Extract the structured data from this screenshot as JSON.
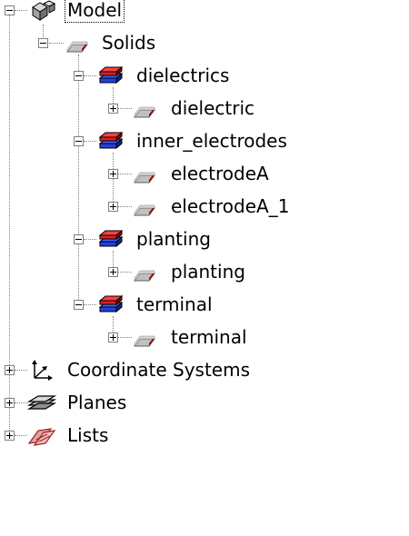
{
  "tree": {
    "root": {
      "label": "Model",
      "icon": "model-icon",
      "children": {
        "solids": {
          "label": "Solids",
          "icon": "solid-icon",
          "groups": [
            {
              "label": "dielectrics",
              "icon": "component-icon",
              "items": [
                {
                  "label": "dielectric",
                  "icon": "solid-icon"
                }
              ]
            },
            {
              "label": "inner_electrodes",
              "icon": "component-icon",
              "items": [
                {
                  "label": "electrodeA",
                  "icon": "solid-icon"
                },
                {
                  "label": "electrodeA_1",
                  "icon": "solid-icon"
                }
              ]
            },
            {
              "label": "planting",
              "icon": "component-icon",
              "items": [
                {
                  "label": "planting",
                  "icon": "solid-icon"
                }
              ]
            },
            {
              "label": "terminal",
              "icon": "component-icon",
              "items": [
                {
                  "label": "terminal",
                  "icon": "solid-icon"
                }
              ]
            }
          ]
        }
      }
    },
    "coordinate_systems": {
      "label": "Coordinate Systems",
      "icon": "axes-icon"
    },
    "planes": {
      "label": "Planes",
      "icon": "plane-icon"
    },
    "lists": {
      "label": "Lists",
      "icon": "list-icon"
    }
  },
  "colors": {
    "solid_face": "#c0c0c0",
    "solid_edge": "#a00000",
    "component_top": "#e02020",
    "component_bottom": "#2040e0",
    "tree_lines": "#808080"
  }
}
